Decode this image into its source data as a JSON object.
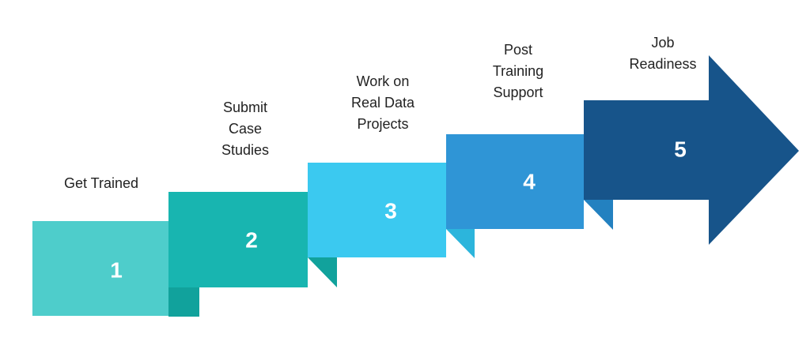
{
  "colors": {
    "step1": "#4ecdcb",
    "step1_fold": "#3cbcb9",
    "step2": "#18b5b0",
    "step2_fold": "#11a29c",
    "step3": "#3bc9f0",
    "step3_fold": "#2cb5dc",
    "step4": "#2f95d6",
    "step4_fold": "#2381c0",
    "step5": "#17548a",
    "step5_fold": "#124577",
    "number_text": "#ffffff",
    "label_text": "#222222"
  },
  "steps": [
    {
      "number": "1",
      "label": "Get Trained"
    },
    {
      "number": "2",
      "label": "Submit\nCase\nStudies"
    },
    {
      "number": "3",
      "label": "Work on\nReal Data\nProjects"
    },
    {
      "number": "4",
      "label": "Post\nTraining\nSupport"
    },
    {
      "number": "5",
      "label": "Job\nReadiness"
    }
  ]
}
